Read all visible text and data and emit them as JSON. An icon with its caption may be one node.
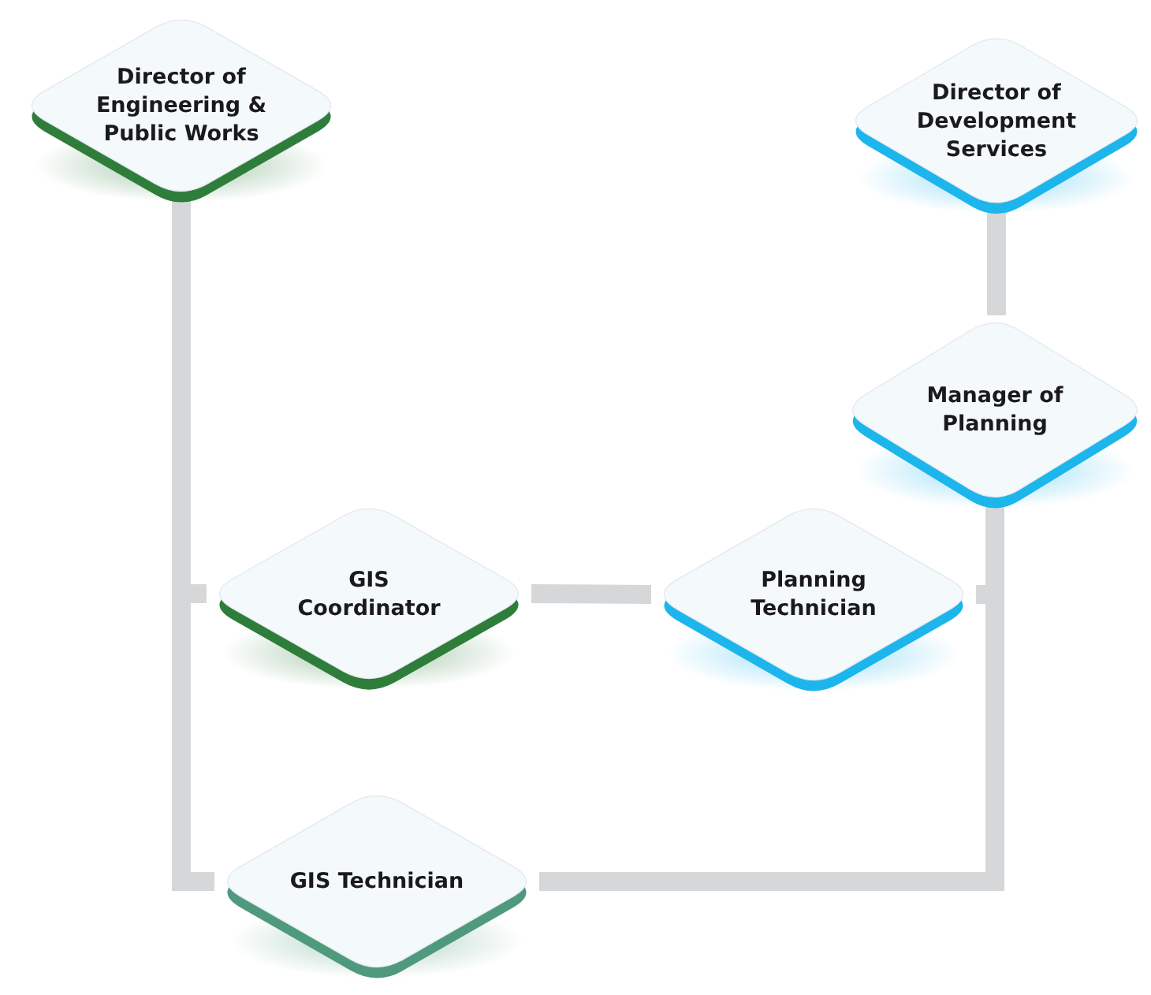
{
  "diagram": {
    "nodes": [
      {
        "text": [
          "Director of Engineering & Public Works"
        ]
      },
      {
        "text": [
          "Director of Development Services"
        ]
      },
      {
        "text": [
          "Manager of Planning"
        ]
      },
      {
        "text": [
          "GIS Coordinator"
        ]
      },
      {
        "text": [
          "Planning Technician"
        ]
      },
      {
        "text": [
          "GIS Technician"
        ]
      }
    ],
    "edges": [
      {
        "from": 0,
        "to": 3,
        "arrow": "none"
      },
      {
        "from": 0,
        "to": 5,
        "arrow": "none"
      },
      {
        "from": 1,
        "to": 2,
        "arrow": "none"
      },
      {
        "from": 2,
        "to": 4,
        "arrow": "none"
      },
      {
        "from": 2,
        "to": 5,
        "arrow": "none"
      },
      {
        "from": 3,
        "to": 4,
        "arrow": "none"
      }
    ]
  }
}
